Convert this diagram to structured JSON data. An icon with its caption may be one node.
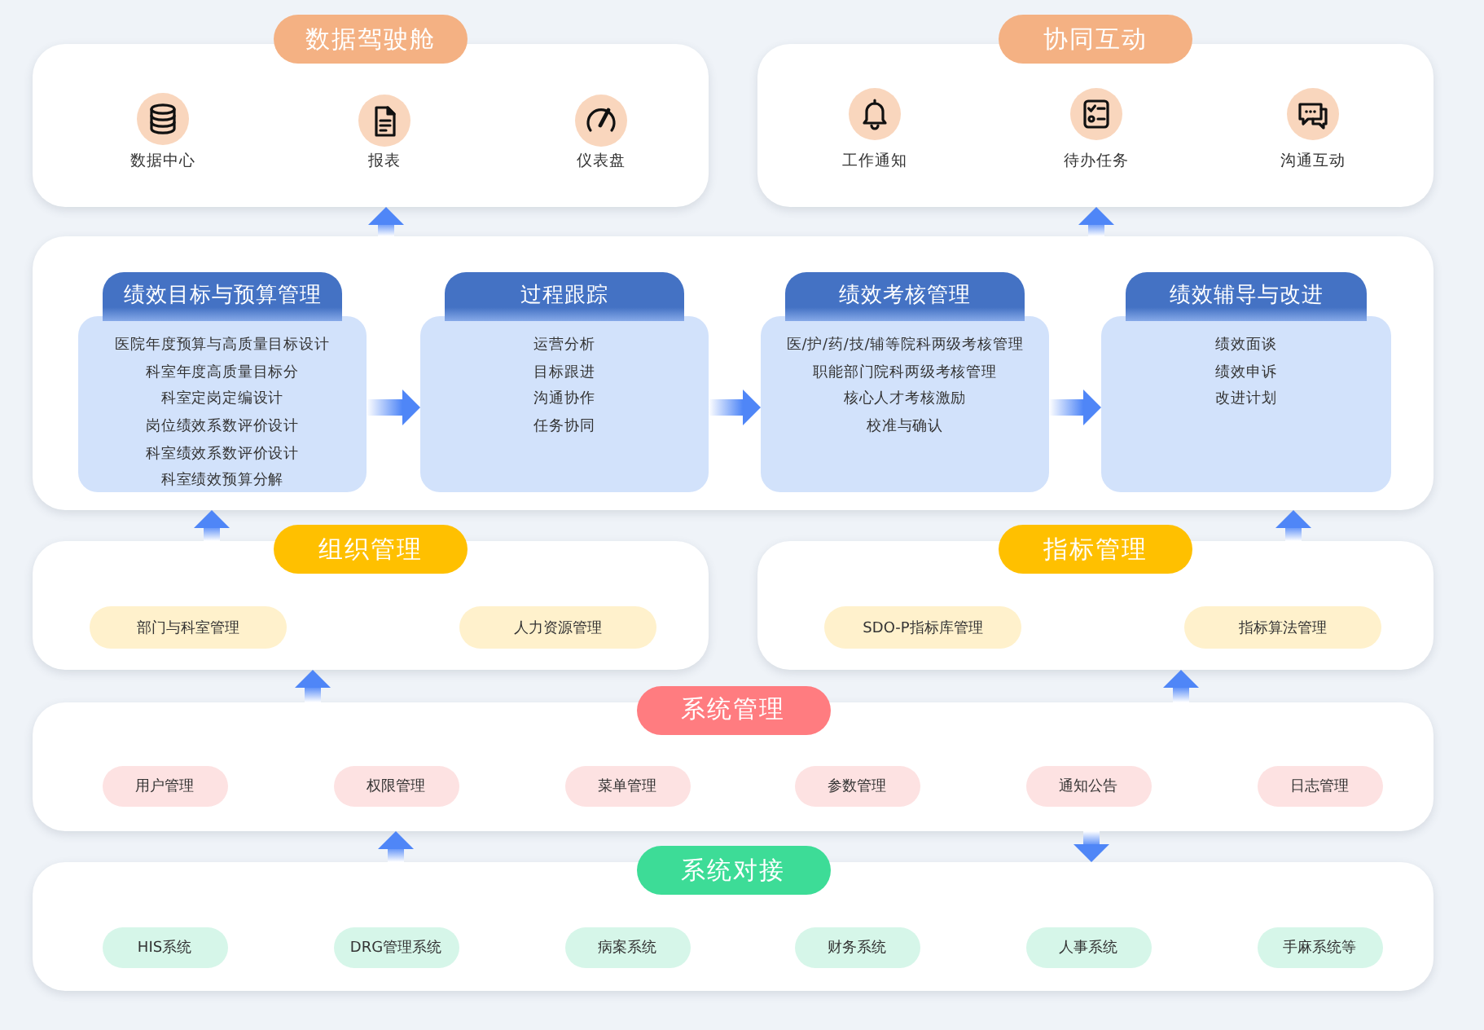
{
  "diagram": {
    "nodes": [
      {
        "text": [
          "数据驾驶舱"
        ]
      },
      {
        "text": [
          "协同互动"
        ]
      },
      {
        "text": [],
        "shape": "box"
      },
      {
        "text": [
          "绩效目标与预算管理",
          "医院年度预算与高质量目标设计",
          "科室年度高质量目标分",
          "科室定岗定编设计",
          "岗位绩效系数评价设计",
          "科室绩效系数评价设计",
          "科室绩效预算分解"
        ],
        "in": 2
      },
      {
        "text": [
          "过程跟踪",
          "运营分析",
          "目标跟进",
          "沟通协作",
          "任务协同"
        ],
        "in": 2
      },
      {
        "text": [
          "绩效考核管理",
          "医/护/药/技/辅等院科两级考核管理",
          "职能部门院科两级考核管理",
          "核心人才考核激励",
          "校准与确认"
        ],
        "in": 2
      },
      {
        "text": [
          "绩效辅导与改进",
          "绩效面谈",
          "绩效申诉",
          "改进计划"
        ],
        "in": 2
      },
      {
        "text": [
          "组织管理"
        ]
      },
      {
        "text": [
          "部门与科室管理"
        ],
        "in": 7
      },
      {
        "text": [
          "人力资源管理"
        ],
        "in": 7
      },
      {
        "text": [
          "指标管理"
        ]
      },
      {
        "text": [
          "SDO-P指标库管理"
        ],
        "in": 10
      },
      {
        "text": [
          "指标算法管理"
        ],
        "in": 10
      },
      {
        "text": [
          "系统管理"
        ]
      },
      {
        "text": [
          "用户管理"
        ],
        "in": 13
      },
      {
        "text": [
          "权限管理"
        ],
        "in": 13
      },
      {
        "text": [
          "菜单管理"
        ],
        "in": 13
      },
      {
        "text": [
          "参数管理"
        ],
        "in": 13
      },
      {
        "text": [
          "通知公告"
        ],
        "in": 13
      },
      {
        "text": [
          "日志管理"
        ],
        "in": 13
      },
      {
        "text": [
          "系统对接"
        ]
      },
      {
        "text": [
          "HIS系统"
        ],
        "in": 20
      },
      {
        "text": [
          "DRG管理系统"
        ],
        "in": 20
      },
      {
        "text": [
          "病案系统"
        ],
        "in": 20
      },
      {
        "text": [
          "财务系统"
        ],
        "in": 20
      },
      {
        "text": [
          "人事系统"
        ],
        "in": 20
      },
      {
        "text": [
          "手麻系统等"
        ],
        "in": 20
      }
    ],
    "edges": [
      {
        "from": 2,
        "to": 0,
        "arrow": "to"
      },
      {
        "from": 2,
        "to": 1,
        "arrow": "to"
      },
      {
        "from": 3,
        "to": 4,
        "arrow": "to"
      },
      {
        "from": 4,
        "to": 5,
        "arrow": "to"
      },
      {
        "from": 5,
        "to": 6,
        "arrow": "to"
      },
      {
        "from": 7,
        "to": 2,
        "arrow": "to"
      },
      {
        "from": 10,
        "to": 2,
        "arrow": "to"
      },
      {
        "from": 13,
        "to": 7,
        "arrow": "to"
      },
      {
        "from": 13,
        "to": 10,
        "arrow": "to"
      },
      {
        "from": 20,
        "to": 13,
        "arrow": "to"
      },
      {
        "from": 13,
        "to": 20,
        "arrow": "to"
      }
    ],
    "labels": [
      "数据中心",
      "报表",
      "仪表盘",
      "工作通知",
      "待办任务",
      "沟通互动"
    ]
  }
}
